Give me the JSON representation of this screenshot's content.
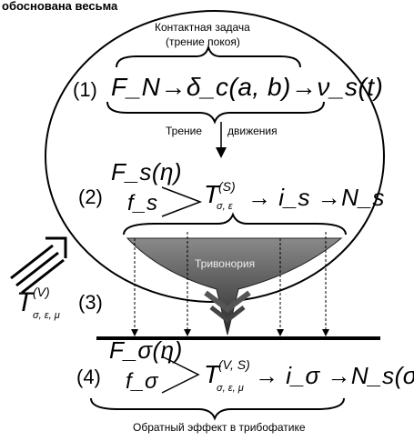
{
  "heading_partial": "обоснована весьма",
  "top_label": {
    "line1": "Контактная задача",
    "line2": "(трение покоя)"
  },
  "step1": {
    "number": "(1)",
    "formula": "F_N→δ_c(a, b)→ν_s(t)"
  },
  "transition_label": {
    "left": "Трение",
    "right": "движения"
  },
  "step2": {
    "number": "(2)",
    "Fs": "F_s(η)",
    "fs": "f_s",
    "T": "T",
    "T_sup": "(S)",
    "T_sub": "σ, ε",
    "chain": "→ i_s →N_s"
  },
  "funnel_label": "Тривонория",
  "step3": {
    "number": "(3)",
    "T": "T",
    "T_sup": "(V)",
    "T_sub": "σ, ε, μ"
  },
  "step4": {
    "number": "(4)",
    "Fs": "F_σ(η)",
    "fs": "f_σ",
    "T": "T",
    "T_sup": "(V, S)",
    "T_sub": "σ, ε, μ",
    "chain": "→ i_σ →N_s(σ)"
  },
  "bottom_label": "Обратный эффект в трибофатике",
  "colors": {
    "ink": "#000000",
    "funnel_dark": "#3a3a3a",
    "funnel_light": "#bdbdbd"
  }
}
